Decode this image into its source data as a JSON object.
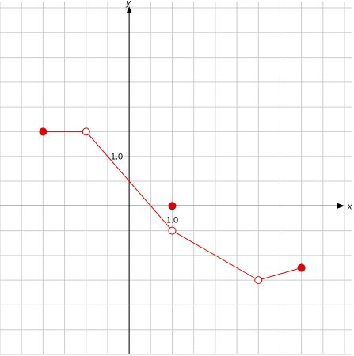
{
  "chart_data": {
    "type": "line",
    "xlabel": "x",
    "ylabel": "y",
    "xlim": [
      -3.0,
      5.0
    ],
    "ylim": [
      -3.0,
      4.0
    ],
    "grid_step": 0.5,
    "grid": true,
    "tick_labels": {
      "x": "1.0",
      "y": "1.0"
    },
    "series": [
      {
        "points": [
          {
            "x": -2.0,
            "y": 1.5,
            "marker": "filled"
          },
          {
            "x": -1.0,
            "y": 1.5,
            "marker": "open"
          },
          {
            "x": 1.0,
            "y": -0.5,
            "marker": "open"
          },
          {
            "x": 3.0,
            "y": -1.5,
            "marker": "open"
          },
          {
            "x": 4.0,
            "y": -1.25,
            "marker": "filled"
          }
        ],
        "color": "#e00000"
      }
    ],
    "isolated_points": [
      {
        "x": 1.0,
        "y": 0.0,
        "marker": "filled",
        "color": "#e00000"
      }
    ]
  }
}
